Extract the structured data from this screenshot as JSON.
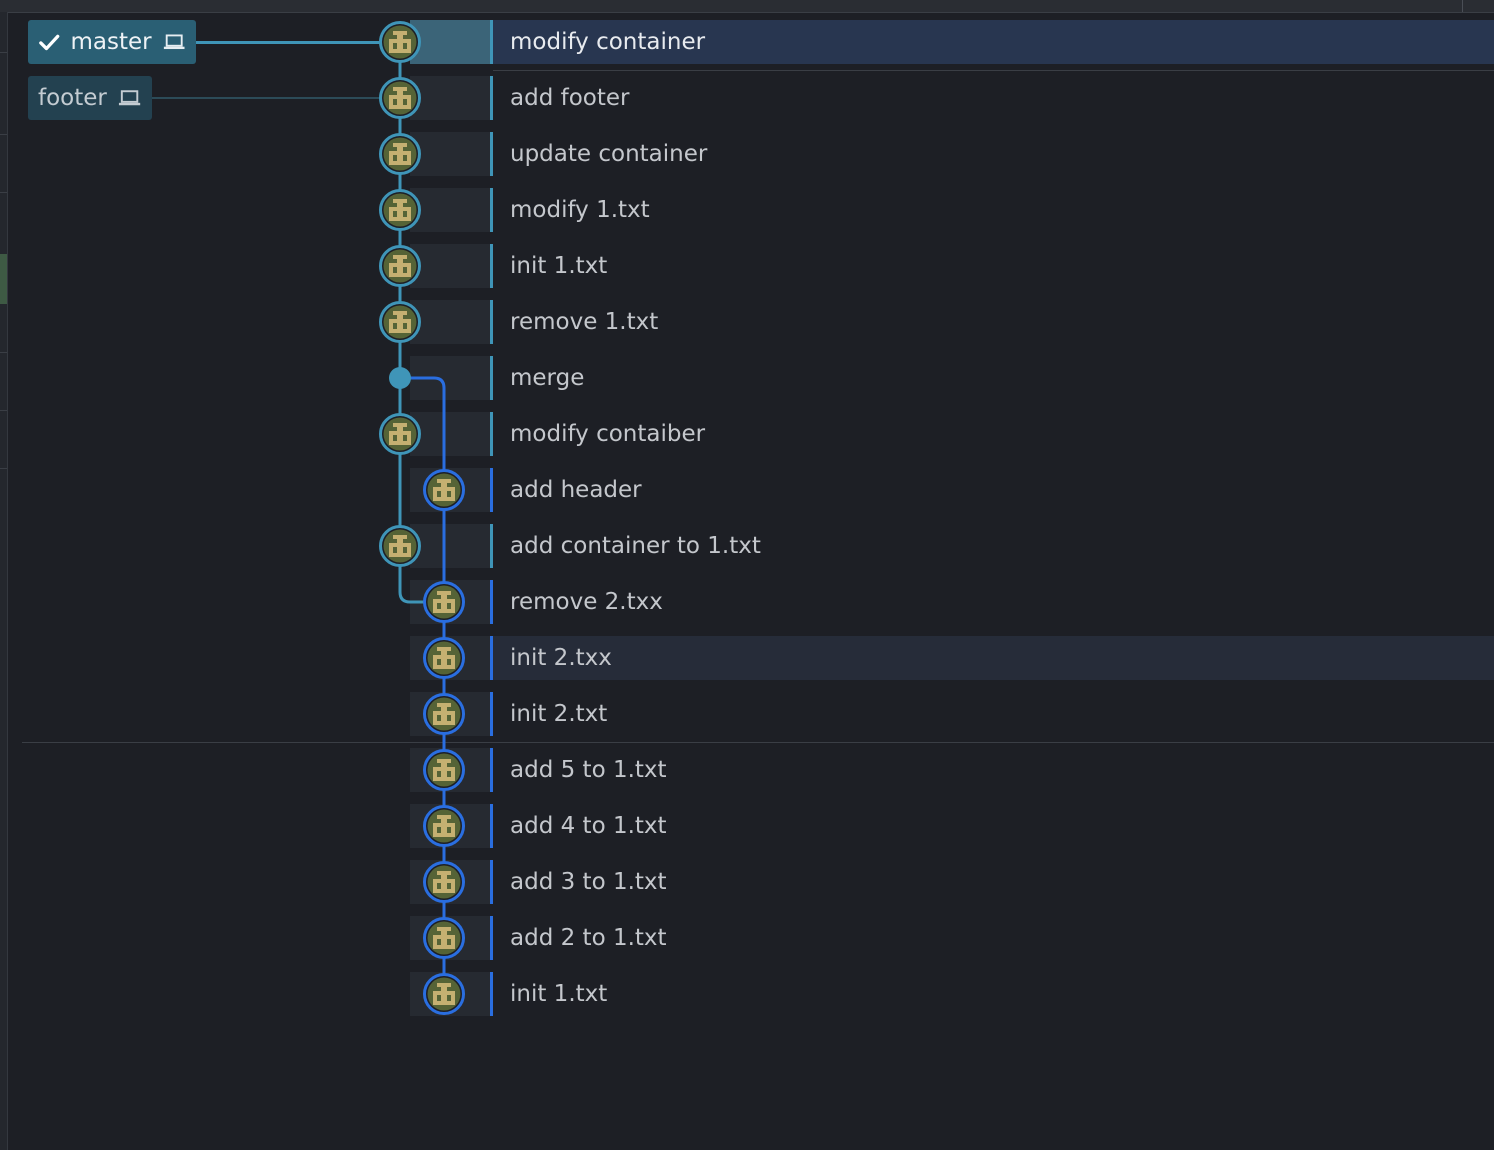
{
  "branches": [
    {
      "name": "master",
      "current": true,
      "icon": "laptop-icon",
      "check_icon": "check-icon"
    },
    {
      "name": "footer",
      "current": false,
      "icon": "laptop-icon"
    }
  ],
  "commits": [
    {
      "message": "modify container",
      "lane": 0
    },
    {
      "message": "add footer",
      "lane": 0
    },
    {
      "message": "update container",
      "lane": 0
    },
    {
      "message": "modify 1.txt",
      "lane": 0
    },
    {
      "message": "init 1.txt",
      "lane": 0
    },
    {
      "message": "remove 1.txt",
      "lane": 0
    },
    {
      "message": "merge",
      "lane": 0,
      "merge": true
    },
    {
      "message": "modify contaiber",
      "lane": 0
    },
    {
      "message": "add header",
      "lane": 1
    },
    {
      "message": "add container to 1.txt",
      "lane": 0
    },
    {
      "message": "remove 2.txx",
      "lane": 1
    },
    {
      "message": "init 2.txx",
      "lane": 1
    },
    {
      "message": "init 2.txt",
      "lane": 1
    },
    {
      "message": "add 5 to 1.txt",
      "lane": 1
    },
    {
      "message": "add 4 to 1.txt",
      "lane": 1
    },
    {
      "message": "add 3 to 1.txt",
      "lane": 1
    },
    {
      "message": "add 2 to 1.txt",
      "lane": 1
    },
    {
      "message": "init 1.txt",
      "lane": 1
    }
  ],
  "selected_index": 0,
  "hovered_index": 11,
  "colors": {
    "lane0": "#3f95b8",
    "lane1": "#2a6ee0",
    "background": "#1d1f25",
    "selected_row": "#283650",
    "branch_tag_active": "#2a5f74",
    "branch_tag_inactive": "#234150",
    "avatar_bg": "#556336",
    "avatar_fg": "#c5b071"
  }
}
